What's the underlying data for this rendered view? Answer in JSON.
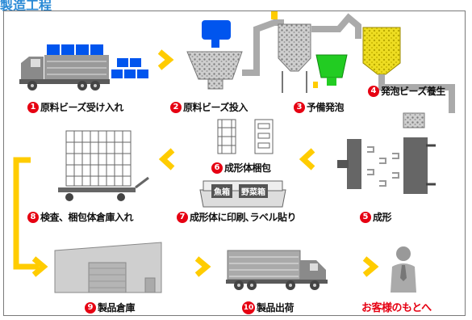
{
  "page": {
    "title": "製造工程"
  },
  "steps": [
    {
      "num": "1",
      "label": "原料ビーズ受け入れ"
    },
    {
      "num": "2",
      "label": "原料ビーズ投入"
    },
    {
      "num": "3",
      "label": "予備発泡"
    },
    {
      "num": "4",
      "label": "発泡ビーズ養生"
    },
    {
      "num": "5",
      "label": "成形"
    },
    {
      "num": "6",
      "label": "成形体梱包"
    },
    {
      "num": "7",
      "label": "成形体に印刷､ラベル貼り"
    },
    {
      "num": "8",
      "label": "検査、梱包体倉庫入れ"
    },
    {
      "num": "9",
      "label": "製品倉庫"
    },
    {
      "num": "10",
      "label": "製品出荷"
    }
  ],
  "destination": {
    "label": "お客様のもとへ"
  },
  "print_box": {
    "labels": [
      "魚箱",
      "野菜箱"
    ]
  },
  "colors": {
    "accent": "#ffcc00",
    "step_badge": "#e60012",
    "blue": "#0055ee",
    "green": "#22cc22",
    "yellow": "#eedd22"
  },
  "icons": [
    "truck-icon",
    "hopper-icon",
    "arrow-icon",
    "person-icon",
    "warehouse-icon"
  ]
}
